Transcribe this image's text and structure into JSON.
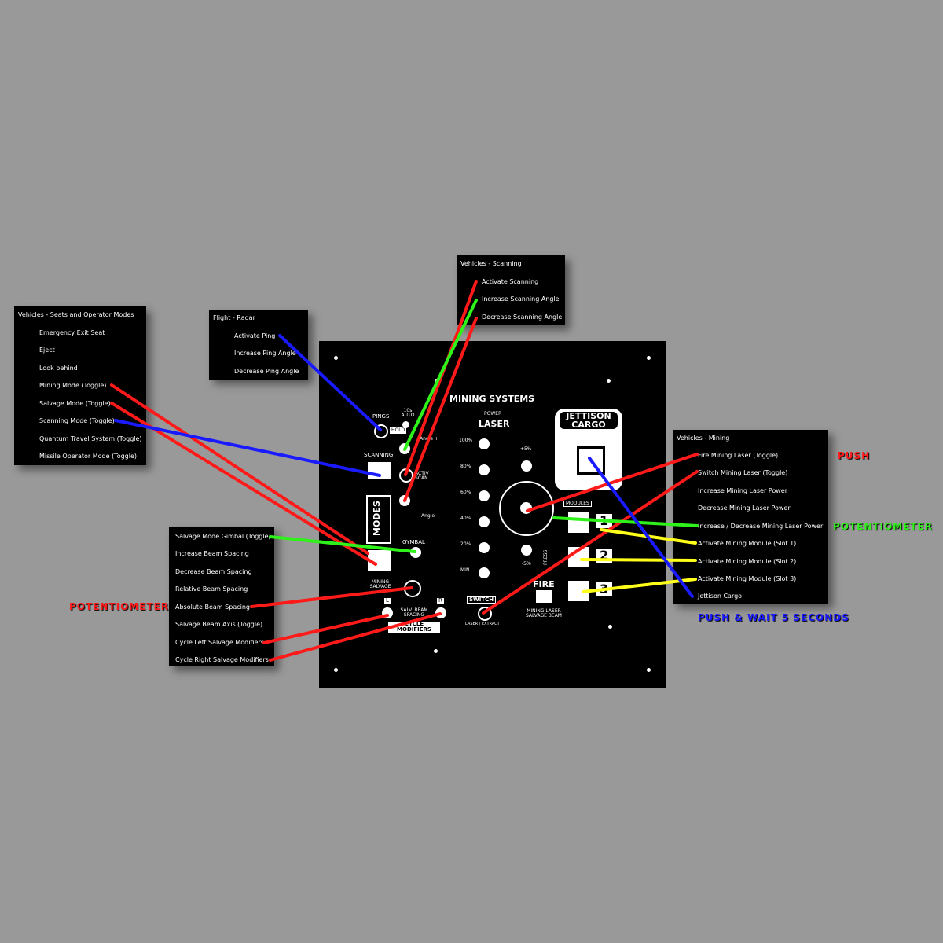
{
  "boxes": {
    "seats": {
      "header": "Vehicles - Seats and Operator Modes",
      "items": [
        "Emergency Exit Seat",
        "Eject",
        "Look behind",
        "Mining Mode (Toggle)",
        "Salvage Mode (Toggle)",
        "Scanning Mode (Toggle)",
        "Quantum Travel System (Toggle)",
        "Missile Operator Mode (Toggle)"
      ]
    },
    "radar": {
      "header": "Flight - Radar",
      "items": [
        "Activate Ping",
        "Increase Ping Angle",
        "Decrease Ping Angle"
      ]
    },
    "scanning": {
      "header": "Vehicles - Scanning",
      "items": [
        "Activate Scanning",
        "Increase Scanning Angle",
        "Decrease Scanning Angle"
      ]
    },
    "salvage": {
      "items": [
        "Salvage Mode Gimbal (Toggle)",
        "Increase Beam Spacing",
        "Decrease Beam Spacing",
        "Relative Beam Spacing",
        "Absolute Beam Spacing",
        "Salvage Beam Axis (Toggle)",
        "Cycle Left Salvage Modifiers",
        "Cycle Right Salvage Modifiers"
      ]
    },
    "mining": {
      "header": "Vehicles - Mining",
      "items": [
        "Fire Mining Laser (Toggle)",
        "Switch Mining Laser (Toggle)",
        "Increase Mining Laser Power",
        "Decrease Mining Laser Power",
        "Increase / Decrease Mining Laser Power",
        "Activate Mining Module (Slot 1)",
        "Activate Mining Module (Slot 2)",
        "Activate Mining Module (Slot 3)",
        "Jettison Cargo"
      ]
    }
  },
  "notes": {
    "push": "PUSH",
    "potentiometer_right": "POTENTIOMETER",
    "potentiometer_left": "POTENTIOMETER",
    "push_wait": "PUSH & WAIT 5 SECONDS"
  },
  "panel": {
    "title": "MINING SYSTEMS",
    "pings": "PINGS",
    "auto": "10s AUTO",
    "hold": "HOLD",
    "scanning": "SCANNING",
    "active_scan": "ACTIV SCAN",
    "angle_plus": "Angle +",
    "angle_minus": "Angle -",
    "modes": "MODES",
    "gymbal": "GYMBAL",
    "mining_salvage": "MINING SALVAGE",
    "salv_beam": "SALV. BEAM SPACING",
    "l": "L",
    "r": "R",
    "cycle_modifiers": "CYCLE MODIFIERS",
    "power": "POWER",
    "laser": "LASER",
    "power_levels": [
      "100%",
      "80%",
      "60%",
      "40%",
      "20%",
      "MIN"
    ],
    "plus5": "+5%",
    "minus5": "-5%",
    "press": "PRESS",
    "fire": "FIRE",
    "mining_laser_salvage_beam": "MINING LASER SALVAGE BEAM",
    "switch": "SWITCH",
    "laser_extract": "LASER / EXTRACT",
    "jettison_cargo": "JETTISON CARGO",
    "modules": "MODULES",
    "module_numbers": [
      "1",
      "2",
      "3"
    ]
  },
  "colors": {
    "background": "#999999",
    "red": "#ff1a1a",
    "green": "#2ef21a",
    "blue": "#1a1aff",
    "yellow": "#ffff1a"
  }
}
